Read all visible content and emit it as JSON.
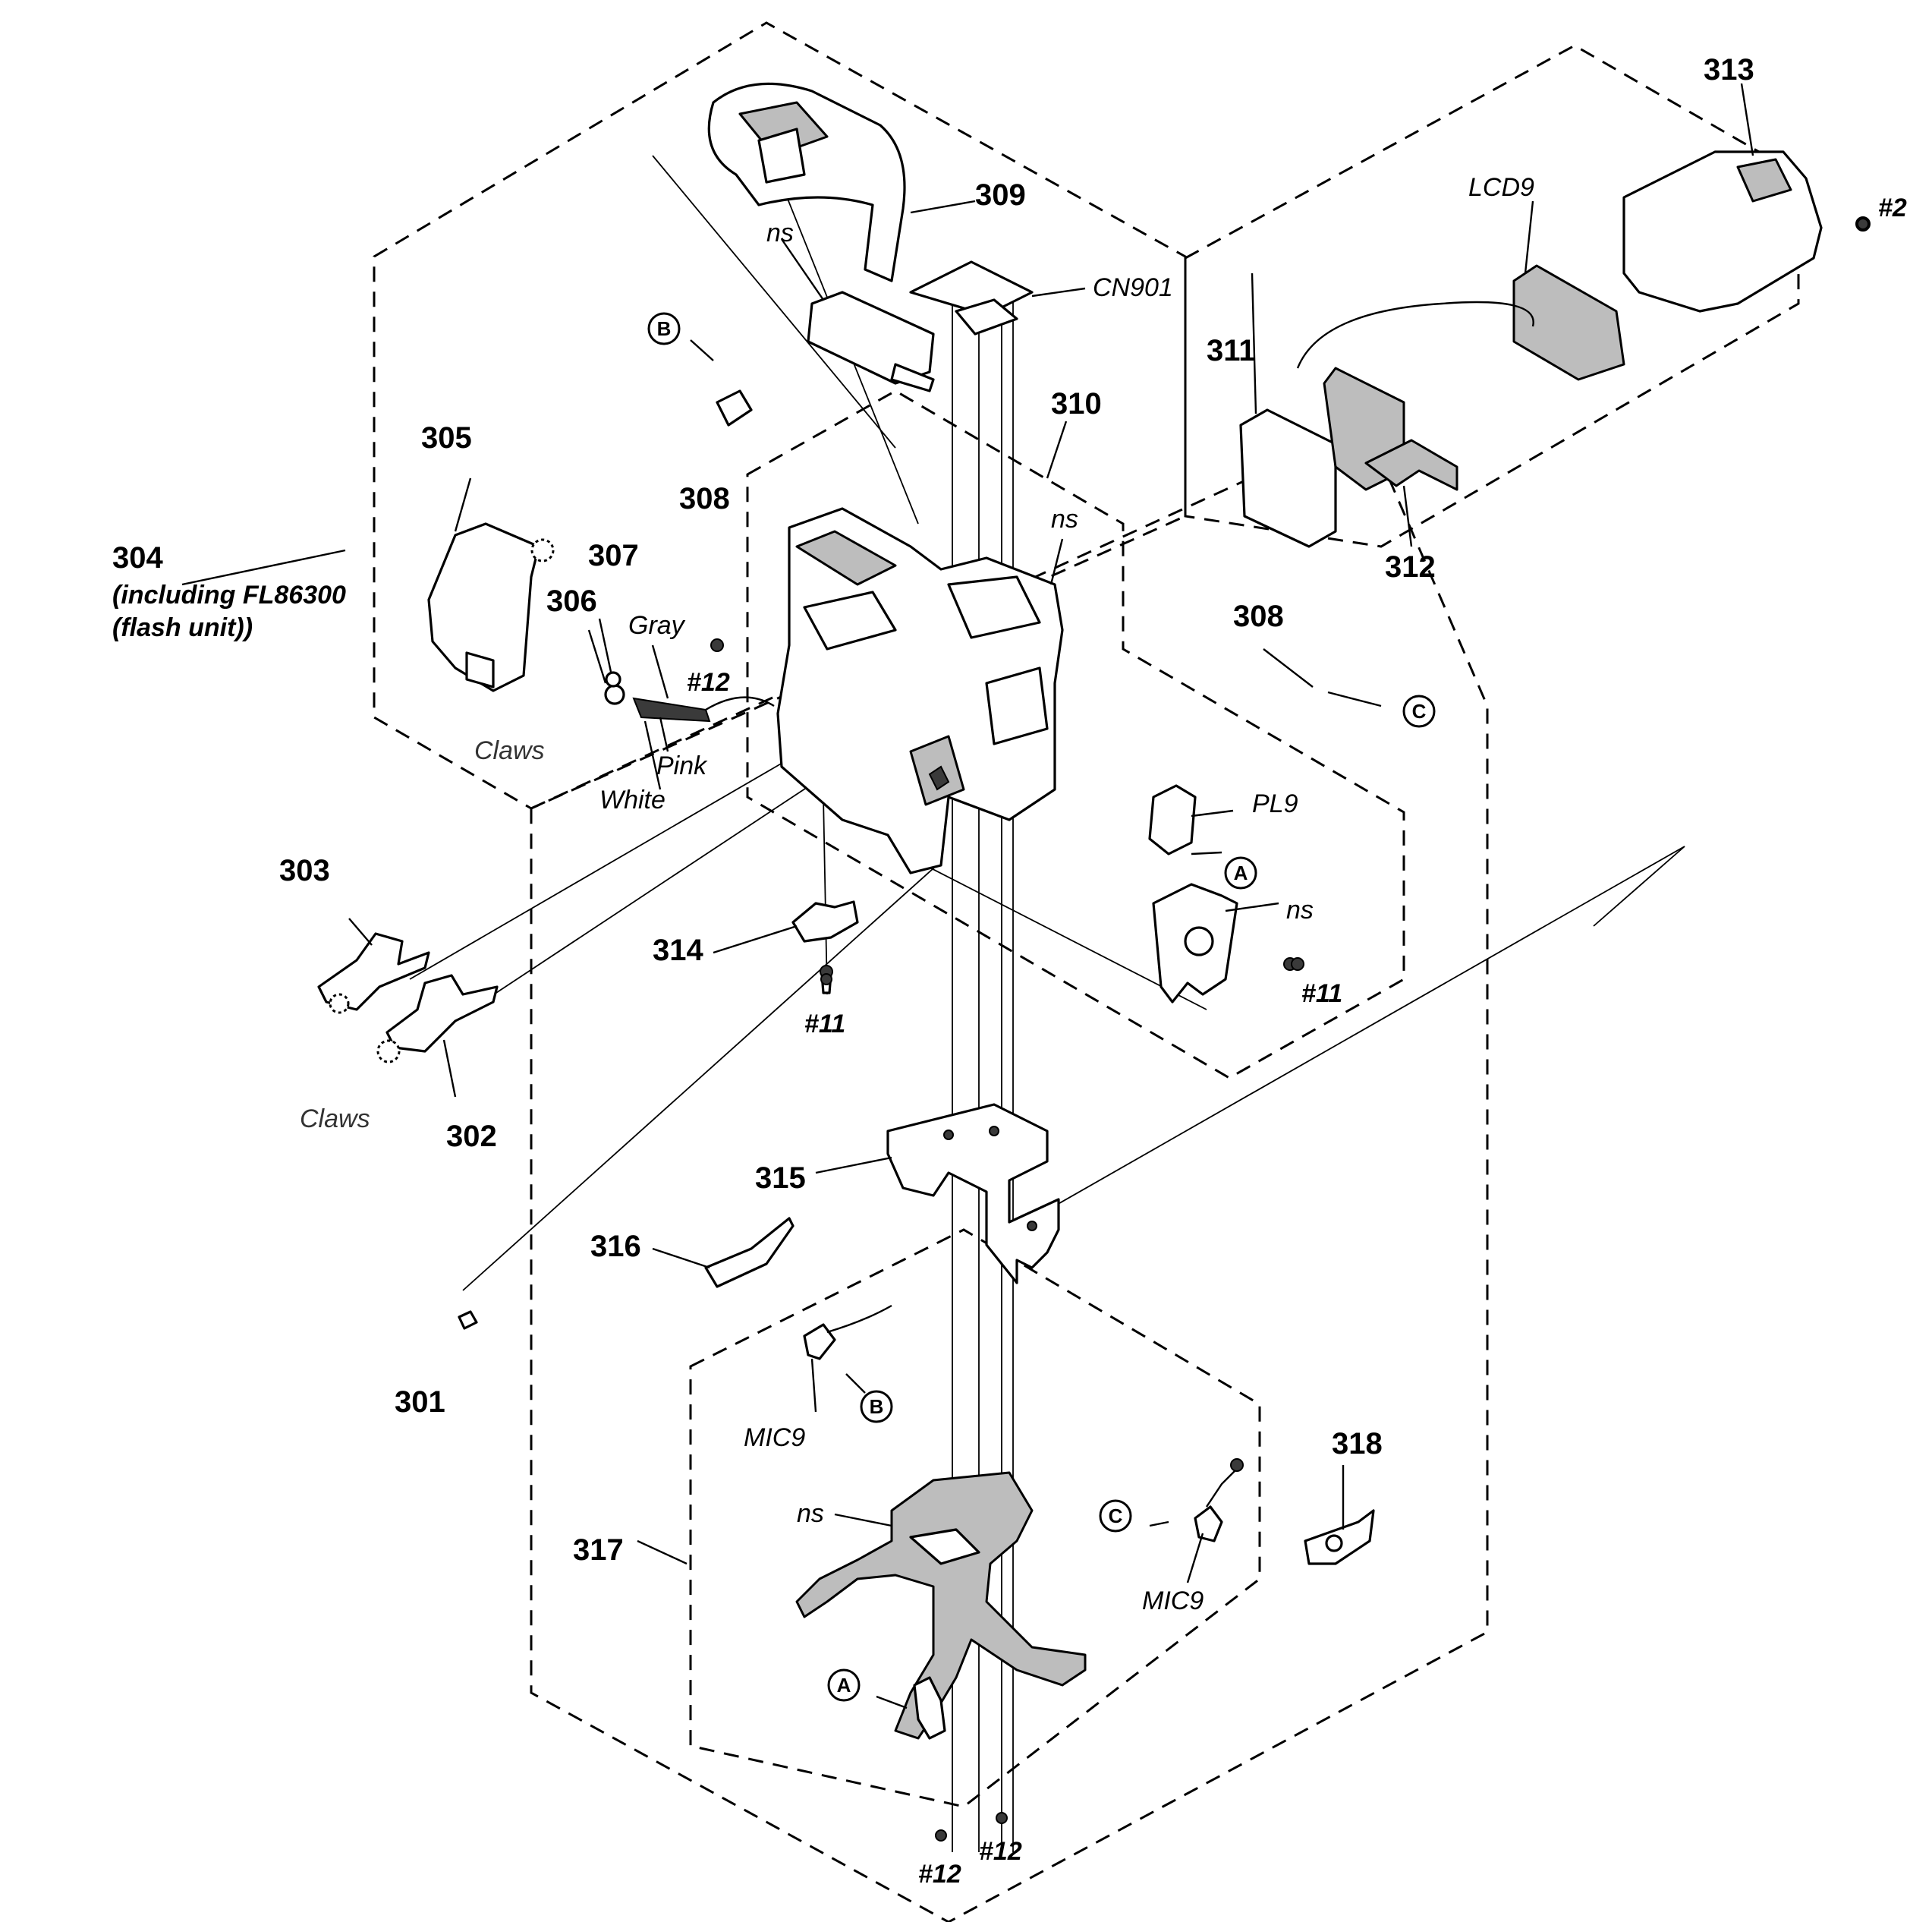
{
  "part_numbers": {
    "p301": "301",
    "p302": "302",
    "p303": "303",
    "p304": "304",
    "p305": "305",
    "p306": "306",
    "p307": "307",
    "p308a": "308",
    "p308b": "308",
    "p309": "309",
    "p310": "310",
    "p311": "311",
    "p312": "312",
    "p313": "313",
    "p314": "314",
    "p315": "315",
    "p316": "316",
    "p317": "317",
    "p318": "318"
  },
  "notes": {
    "p304_line1": "(including FL86300",
    "p304_line2": "(flash unit))"
  },
  "labels": {
    "ns_top": "ns",
    "ns_mid": "ns",
    "ns_right": "ns",
    "ns_bottom": "ns",
    "cn901": "CN901",
    "lcd9": "LCD9",
    "pl9": "PL9",
    "mic9_a": "MIC9",
    "mic9_b": "MIC9",
    "gray": "Gray",
    "pink": "Pink",
    "white": "White",
    "claws_a": "Claws",
    "claws_b": "Claws"
  },
  "screws": {
    "s2": "#2",
    "s12_a": "#12",
    "s12_b": "#12",
    "s12_c": "#12",
    "s11_a": "#11",
    "s11_b": "#11"
  },
  "refs": {
    "A": "A",
    "B": "B",
    "C": "C"
  }
}
